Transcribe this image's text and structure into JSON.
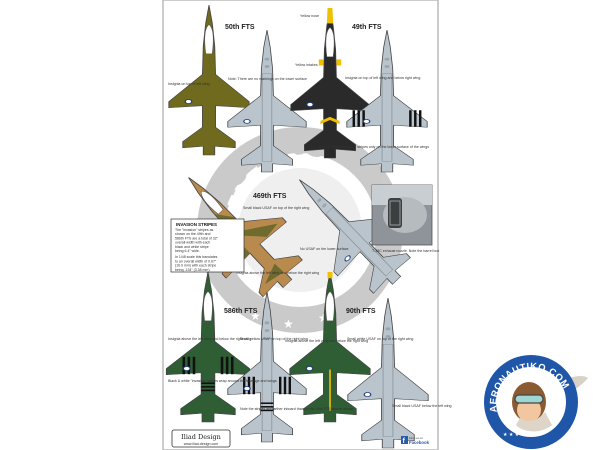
{
  "sheet": {
    "squadrons": [
      "50th FTS",
      "49th FTS",
      "469th FTS",
      "586th FTS",
      "90th FTS"
    ],
    "notes": {
      "yellow_nose": "Yellow nose",
      "yellow_intakes": "Yellow intakes",
      "olive_insignia": "Insignia on top of left wing",
      "no_lower_markings": "Note: There are no markings on the lower surface",
      "black_insignia": "Insignia on top of left wing and below right wing",
      "invasion_lower": "Black & white \"invasion\" stripes only on the lower surface of the wings",
      "small_black_usaf": "Small black USAF on top of the right wing",
      "no_usaf_lower": "No USAF on the lower surface",
      "exhaust": "T-38C exhaust nozzle. Note the barrel box",
      "desert_insignia": "Insignia above the left wing and below the right wing",
      "green_insignia": "Insignia above the left wing and below the right wing",
      "small_yellow_usaf": "Small yellow USAF on top of the right wing",
      "wrap_stripes": "Black & white \"invasion\" stripes wrap around the fuselage and wings",
      "stripes_inboard": "Note the stripes are farther inboard than on the 49th FTS aircraft above",
      "green90_insignia": "Insignia above the left wing and below the right wing",
      "small_white_usaf": "Small white USAF on top of the right wing",
      "small_black_usaf_below": "Small black USAF below the left wing"
    },
    "invasion_box": {
      "title": "INVASION STRIPES",
      "lines": [
        "The \"invasion\" stripes as",
        "shown on the 49th and",
        "586th FTS are a total of 32\"",
        "overall width with each",
        "black and white stripe",
        "being 6.4\" wide.",
        "In 1/48 scale this translates",
        "to an overall width of 0.67\"",
        "(16.9 mm) with each stripe",
        "being .134\" (3.38 mm)."
      ]
    },
    "brand": {
      "name": "Iliad Design",
      "url": "www.iliad-design.com"
    },
    "facebook": {
      "find": "Find us on",
      "name": "Facebook"
    },
    "watermark": "AUTIKO"
  },
  "logo": {
    "text": "AERONAUTIKO.COM"
  },
  "colors": {
    "olive": "#6f6a1e",
    "black": "#2a2a2a",
    "gray": "#b9c4cc",
    "green": "#2f5d34",
    "tan": "#b88a4e",
    "desert_dark": "#6f6a2e",
    "yellow": "#f0c000",
    "logo_blue": "#1f56a8"
  }
}
